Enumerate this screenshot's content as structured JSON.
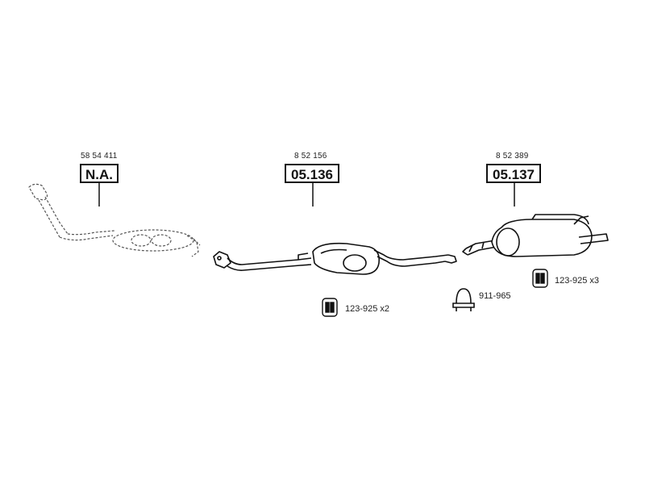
{
  "parts": [
    {
      "oem": "58 54 411",
      "code": "N.A."
    },
    {
      "oem": "8 52 156",
      "code": "05.136"
    },
    {
      "oem": "8 52 389",
      "code": "05.137"
    }
  ],
  "accessories": [
    {
      "ref": "123-925 x2",
      "icon": "rubber-hanger-icon"
    },
    {
      "ref": "911-965",
      "icon": "pipe-clamp-icon"
    },
    {
      "ref": "123-925 x3",
      "icon": "rubber-hanger-icon"
    }
  ]
}
